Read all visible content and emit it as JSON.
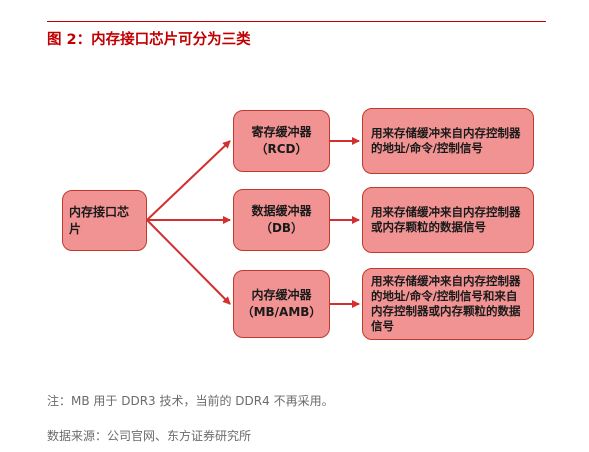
{
  "figure": {
    "title": "图 2：内存接口芯片可分为三类"
  },
  "nodes": {
    "source": {
      "label": "内存接口芯片"
    },
    "rcd": {
      "label": "寄存缓冲器",
      "abbr": "（RCD）",
      "description": "用来存储缓冲来自内存控制器的地址/命令/控制信号"
    },
    "db": {
      "label": "数据缓冲器",
      "abbr": "（DB）",
      "description": "用来存储缓冲来自内存控制器或内存颗粒的数据信号"
    },
    "mb": {
      "label": "内存缓冲器",
      "abbr": "（MB/AMB）",
      "description": "用来存储缓冲来自内存控制器的地址/命令/控制信号和来自内存控制器或内存颗粒的数据信号"
    }
  },
  "colors": {
    "node_fill": "#f19393",
    "node_border": "#c0392b",
    "arrow": "#d32f2f",
    "title": "#c00000",
    "footnote": "#6b6b6b"
  },
  "footer": {
    "note": "注：MB 用于 DDR3 技术，当前的 DDR4 不再采用。",
    "source": "数据来源：公司官网、东方证券研究所"
  }
}
